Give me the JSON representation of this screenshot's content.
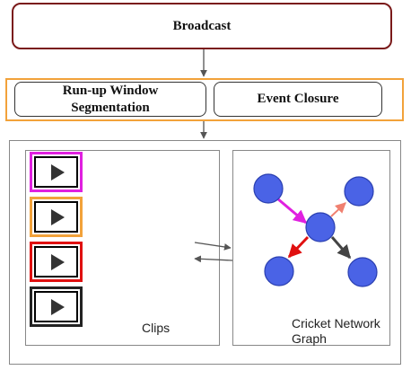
{
  "broadcast": {
    "label": "Broadcast",
    "border_color": "#7a1a1a"
  },
  "stage": {
    "border_color": "#f2a23a",
    "runup_label_line1": "Run-up Window",
    "runup_label_line2": "Segmentation",
    "closure_label": "Event Closure"
  },
  "clips": {
    "label": "Clips",
    "items": [
      {
        "border_color": "#e020e0",
        "icon": "play-icon"
      },
      {
        "border_color": "#f2a23a",
        "icon": "play-icon"
      },
      {
        "border_color": "#e01010",
        "icon": "play-icon"
      },
      {
        "border_color": "#222222",
        "icon": "play-icon"
      }
    ]
  },
  "graph": {
    "label_line1": "Cricket Network",
    "label_line2": "Graph",
    "node_color": "#4a63e6",
    "edge_colors": {
      "magenta": "#e020e0",
      "salmon": "#f08070",
      "red": "#e01010",
      "dark": "#444444"
    }
  }
}
